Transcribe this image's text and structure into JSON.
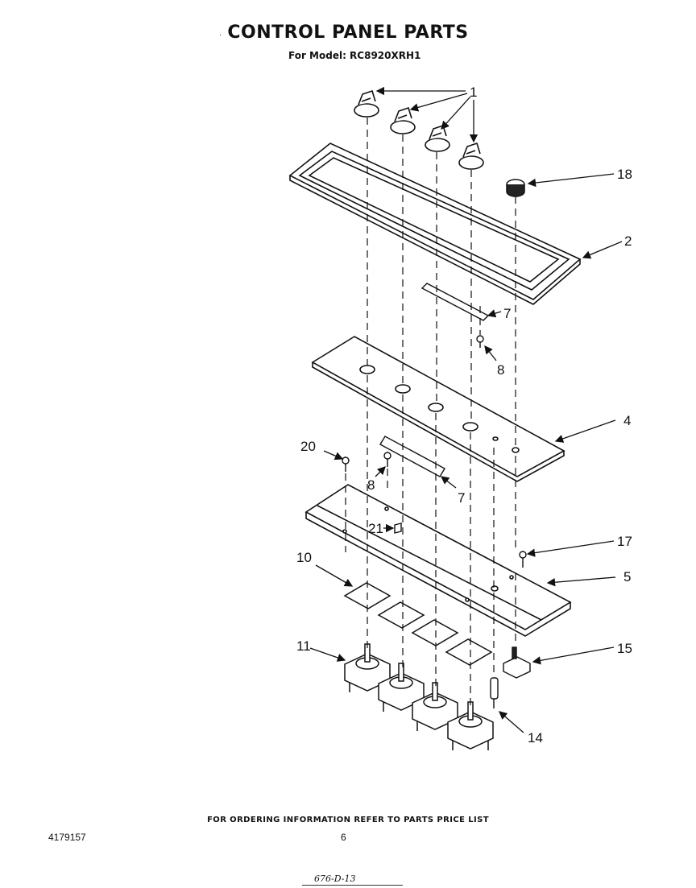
{
  "header": {
    "title": "CONTROL PANEL PARTS",
    "subtitle": "For Model: RC8920XRH1"
  },
  "diagram": {
    "callouts": {
      "p1": "1",
      "p18": "18",
      "p2": "2",
      "p7a": "7",
      "p8a": "8",
      "p4": "4",
      "p20": "20",
      "p8b": "8",
      "p7b": "7",
      "p21": "21",
      "p17": "17",
      "p10": "10",
      "p5": "5",
      "p11": "11",
      "p15": "15",
      "p14": "14"
    }
  },
  "footer": {
    "ordering_note": "FOR ORDERING INFORMATION REFER TO PARTS PRICE LIST",
    "doc_number": "4179157",
    "page_number": "6",
    "handwritten": "676-D-13"
  }
}
